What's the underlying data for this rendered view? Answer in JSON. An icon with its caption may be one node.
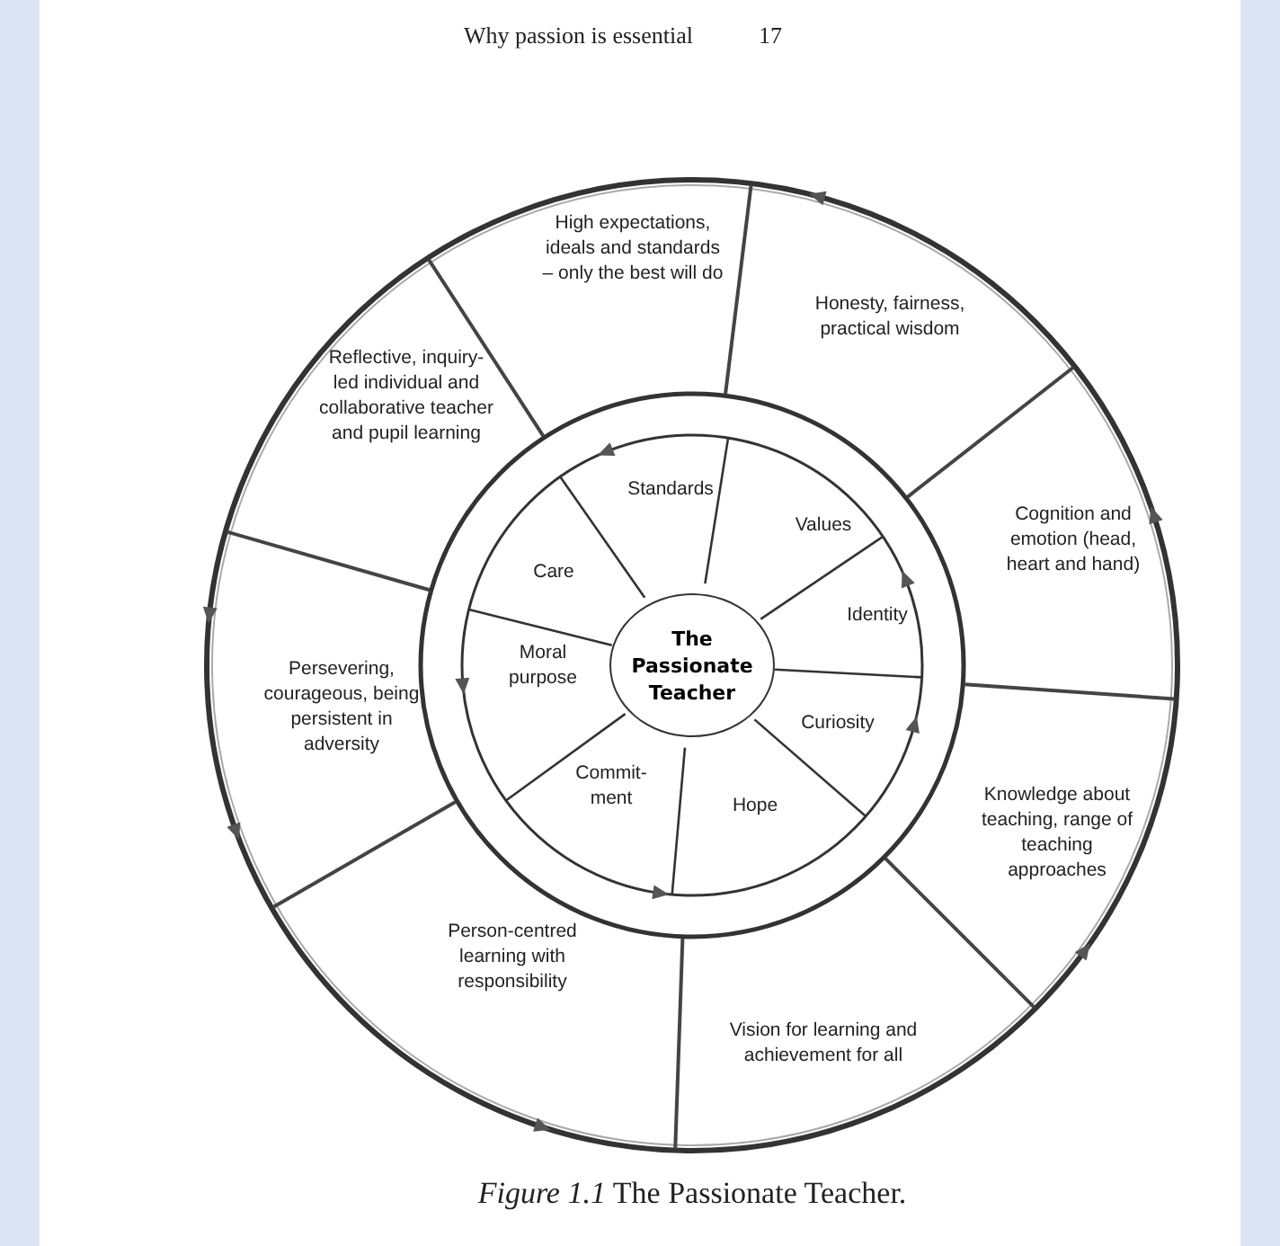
{
  "diagram": {
    "caption": "*Figure 1.1* The Passionate Teacher.",
    "nodes": [
      {
        "text": [
          "High expectations, ideals and standards – only the best will do"
        ]
      },
      {
        "text": [
          "Honesty, fairness, practical wisdom"
        ]
      },
      {
        "text": [
          "Cognition and emotion (head, heart and hand)"
        ]
      },
      {
        "text": [
          "Knowledge about teaching, range of teaching approaches"
        ]
      },
      {
        "text": [
          "Vision for learning and achievement for all"
        ]
      },
      {
        "text": [
          "Person-centred learning with responsibility"
        ]
      },
      {
        "text": [
          "Persevering, courageous, being persistent in adversity"
        ]
      },
      {
        "text": [
          "Reflective, inquiry-led individual and collaborative teacher and pupil learning"
        ]
      },
      {
        "text": [
          "Standards"
        ]
      },
      {
        "text": [
          "Values"
        ]
      },
      {
        "text": [
          "Identity"
        ]
      },
      {
        "text": [
          "Curiosity"
        ]
      },
      {
        "text": [
          "Hope"
        ]
      },
      {
        "text": [
          "Commit- ment"
        ]
      },
      {
        "text": [
          "Moral purpose"
        ]
      },
      {
        "text": [
          "Care"
        ]
      },
      {
        "text": [
          "The Passionate Teacher"
        ]
      }
    ],
    "labels": [
      "Why passion is essential",
      "17"
    ]
  }
}
